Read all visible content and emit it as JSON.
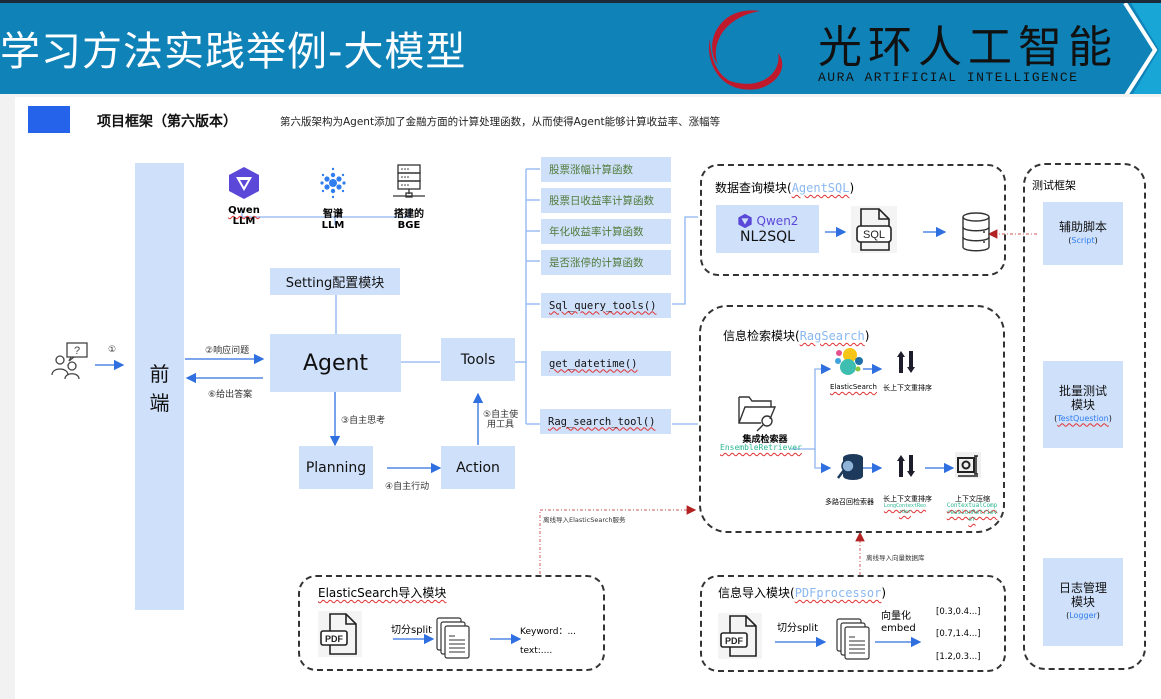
{
  "header": {
    "title": "学习方法实践举例-大模型",
    "logo_cn": "光环人工智能",
    "logo_en": "AURA ARTIFICIAL INTELLIGENCE",
    "brand_color": "#0f82b8",
    "logo_accent": "#c0192c"
  },
  "section": {
    "title": "项目框架（第六版本）",
    "description": "第六版架构为Agent添加了金融方面的计算处理函数，从而使得Agent能够计算收益率、涨幅等",
    "marker_color": "#2563eb"
  },
  "models": [
    {
      "icon": "qwen-logo-icon",
      "line1": "Qwen",
      "line2": "LLM"
    },
    {
      "icon": "zhipu-logo-icon",
      "line1": "智谱",
      "line2": "LLM"
    },
    {
      "icon": "server-icon",
      "line1": "搭建的",
      "line2": "BGE"
    }
  ],
  "flow": {
    "frontend": "前\n端",
    "frontend_top": "前",
    "frontend_bottom": "端",
    "setting": "Setting配置模块",
    "agent": "Agent",
    "tools": "Tools",
    "planning": "Planning",
    "action": "Action",
    "step1": "①",
    "step2": "②响应问题",
    "step3": "③自主思考",
    "step4": "④自主行动",
    "step5_line1": "⑤自主使",
    "step5_line2": "用工具",
    "step6": "⑥给出答案"
  },
  "tool_functions": [
    {
      "label": "股票涨幅计算函数"
    },
    {
      "label": "股票日收益率计算函数"
    },
    {
      "label": "年化收益率计算函数"
    },
    {
      "label": "是否涨停的计算函数"
    },
    {
      "label": "Sql_query_tools()"
    },
    {
      "label": "get_datetime()"
    },
    {
      "label": "Rag_search_tool()"
    }
  ],
  "data_query": {
    "title_prefix": "数据查询模块(",
    "title_code": "AgentSQL",
    "title_suffix": ")",
    "model": "Qwen2",
    "nl2sql": "NL2SQL",
    "sql_label": "SQL"
  },
  "rag_search": {
    "title_prefix": "信息检索模块(",
    "title_code": "RagSearch",
    "title_suffix": ")",
    "ensemble_cn": "集成检索器",
    "ensemble_en": "EnsembleRetriever",
    "elastic": "ElasticSearch",
    "long_rerank_top": "长上下文重排序",
    "multi_retriever": "多路召回检索器",
    "long_rerank_bottom": "长上下文重排序",
    "long_rerank_en": "LongContextReorder",
    "compress_cn": "上下文压缩",
    "compress_en": "ContextualCompressionRetriever"
  },
  "elastic_import": {
    "title": "ElasticSearch导入模块",
    "split": "切分split",
    "pdf": "PDF",
    "keyword": "Keyword：...",
    "text": "text:....",
    "offline_label": "离线导入ElasticSearch服务"
  },
  "pdf_import": {
    "title_prefix": "信息导入模块(",
    "title_code": "PDFprocessor",
    "title_suffix": ")",
    "split": "切分split",
    "pdf": "PDF",
    "embed_cn": "向量化",
    "embed_en": "embed",
    "vectors": [
      "[0.3,0.4...]",
      "[0.7,1.4...]",
      "[1.2,0.3...]"
    ],
    "offline_label": "离线导入向量数据库"
  },
  "test_framework": {
    "title": "测试框架",
    "modules": [
      {
        "line1": "辅助脚本",
        "line2": "",
        "code": "Script"
      },
      {
        "line1": "批量测试",
        "line2": "模块",
        "code": "TestQuestion"
      },
      {
        "line1": "日志管理",
        "line2": "模块",
        "code": "Logger"
      }
    ]
  }
}
